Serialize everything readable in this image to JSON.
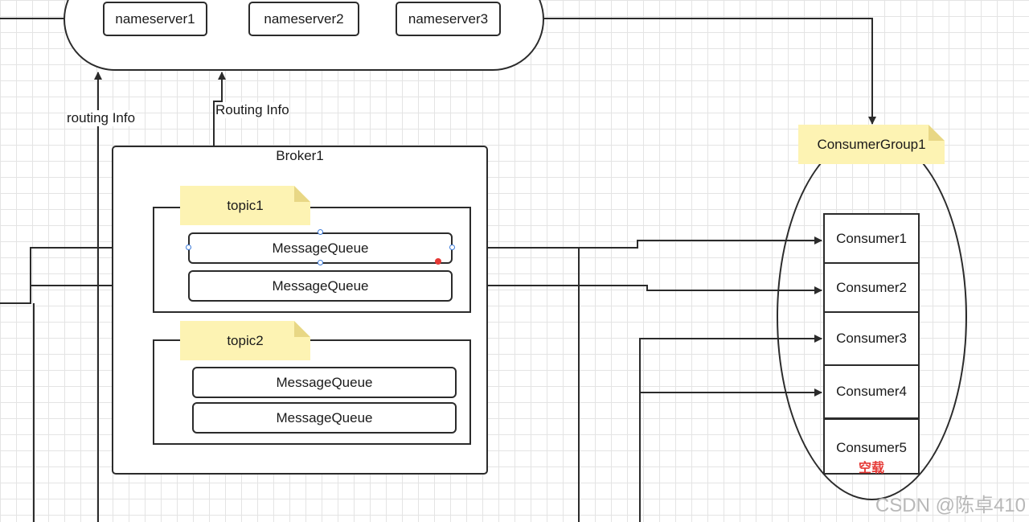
{
  "nameservers": [
    "nameserver1",
    "nameserver2",
    "nameserver3"
  ],
  "labels": {
    "routing_left": "routing Info",
    "routing_right": "Routing Info"
  },
  "broker": {
    "title": "Broker1",
    "topics": [
      {
        "name": "topic1",
        "queues": [
          "MessageQueue",
          "MessageQueue"
        ]
      },
      {
        "name": "topic2",
        "queues": [
          "MessageQueue",
          "MessageQueue"
        ]
      }
    ]
  },
  "consumer_group": {
    "name": "ConsumerGroup1",
    "consumers": [
      "Consumer1",
      "Consumer2",
      "Consumer3",
      "Consumer4",
      "Consumer5"
    ],
    "idle_label": "空载"
  },
  "watermark": "CSDN @陈卓410",
  "colors": {
    "line": "#2b2b2b",
    "note_fill": "#fdf3b3",
    "idle_text": "#e53935",
    "selection_handle": "#3d7bd9"
  }
}
